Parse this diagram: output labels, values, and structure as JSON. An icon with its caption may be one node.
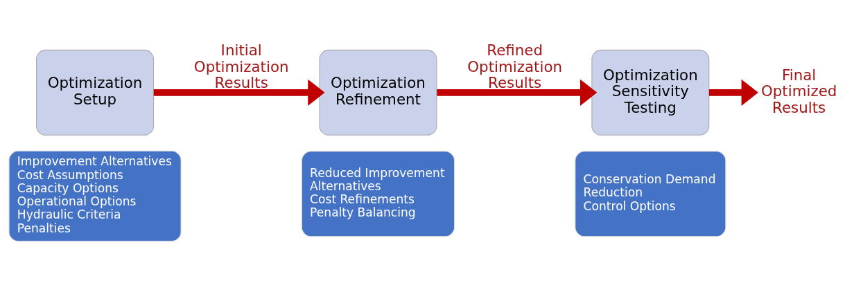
{
  "diagram": {
    "nodes": [
      {
        "text": [
          "Optimization Setup"
        ]
      },
      {
        "text": [
          "Improvement Alternatives",
          "Cost Assumptions",
          "Capacity Options",
          "Operational Options",
          "Hydraulic Criteria Penalties"
        ]
      },
      {
        "text": [
          "Optimization Refinement"
        ]
      },
      {
        "text": [
          "Reduced Improvement Alternatives",
          "Cost Refinements",
          "Penalty Balancing"
        ]
      },
      {
        "text": [
          "Optimization Sensitivity Testing"
        ]
      },
      {
        "text": [
          "Conservation Demand Reduction",
          "Control Options"
        ]
      },
      {
        "text": [
          "Final Optimized Results"
        ]
      }
    ],
    "edges": [
      {
        "from": 0,
        "to": 2,
        "arrow": "to",
        "label": "Initial Optimization Results"
      },
      {
        "from": 2,
        "to": 4,
        "arrow": "to",
        "label": "Refined Optimization Results"
      },
      {
        "from": 4,
        "to": 6,
        "arrow": "to"
      }
    ]
  }
}
